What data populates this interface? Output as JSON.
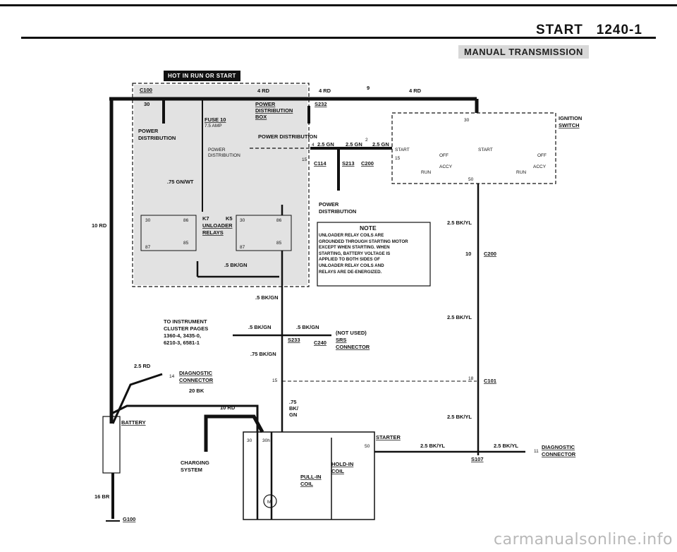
{
  "header": {
    "title": "START",
    "page_number": "1240-1",
    "subtitle": "MANUAL TRANSMISSION"
  },
  "badge": "HOT IN RUN OR START",
  "footer": "carmanualsonline.info",
  "labels": {
    "c100": "C100",
    "pin30": "30",
    "power_distribution": "POWER",
    "power_distribution2": "DISTRIBUTION",
    "fuse": "FUSE 10",
    "fuse_amp": "7.5 AMP",
    "wire_75gnwt": ".75 GN/WT",
    "power_dist_small": "POWER",
    "power_dist_small2": "DISTRIBUTION",
    "red_4rd_a": "4 RD",
    "red_4rd_b": "4 RD",
    "red_4rd_c": "4 RD",
    "pin9": "9",
    "box_power": "POWER",
    "box_distribution": "DISTRIBUTION",
    "box_box": "BOX",
    "s232": "S232",
    "pd_arrow": "POWER DISTRIBUTION",
    "gn25a": "2.5 GN",
    "gn25b": "2.5 GN",
    "gn25c": "2.5 GN",
    "pin4": "4",
    "pin2": "2",
    "pin15": "15",
    "c114": "C114",
    "s213": "S213",
    "c200": "C200",
    "pd_lower": "POWER",
    "pd_lower2": "DISTRIBUTION",
    "ignition": "IGNITION",
    "switch": "SWITCH",
    "start": "START",
    "off": "OFF",
    "run": "RUN",
    "accy": "ACCY",
    "start2": "START",
    "off2": "OFF",
    "run2": "RUN",
    "accy2": "ACCY",
    "pin30b": "30",
    "pin15b": "15",
    "pin50": "50",
    "k7": "K7",
    "k5": "K5",
    "unloader": "UNLOADER",
    "relays": "RELAYS",
    "r30": "30",
    "r86": "86",
    "r87": "87",
    "r85": "85",
    "r30b": "30",
    "r86b": "86",
    "r87b": "87",
    "r85b": "85",
    "bk5": ".5 BK/GN",
    "bk5b": ".5 BK/GN",
    "bk5c": ".5 BK/GN",
    "bk5d": ".5 BK/GN",
    "bk75": ".75 BK/GN",
    "rd10": "10 RD",
    "note_title": "NOTE",
    "note_body": "UNLOADER RELAY COILS ARE\nGROUNDED THROUGH STARTING MOTOR\nEXCEPT WHEN STARTING. WHEN\nSTARTING, BATTERY VOLTAGE IS\nAPPLIED TO BOTH SIDES OF\nUNLOADER RELAY COILS AND\nRELAYS ARE DE-ENERGIZED.",
    "bkyl1": "2.5 BK/YL",
    "bkyl2": "2.5 BK/YL",
    "bkyl3": "2.5 BK/YL",
    "bkyl4": "2.5 BK/YL",
    "bkyl5": "2.5 BK/YL",
    "pin10": "10",
    "c200b": "C200",
    "to_instr": "TO INSTRUMENT",
    "cluster": "CLUSTER PAGES",
    "pages1": "1360-4, 3435-0,",
    "pages2": "6210-3, 6581-1",
    "s233": "S233",
    "c240": "C240",
    "not_used": "(NOT USED)",
    "srs": "SRS",
    "connector": "CONNECTOR",
    "rd25": "2.5 RD",
    "pin14": "14",
    "diag": "DIAGNOSTIC",
    "diag_conn": "CONNECTOR",
    "bk20": "20 BK",
    "pin15c": "15",
    "pin18": "18",
    "c101": "C101",
    "bk75b": ".75",
    "bk75c": "BK/",
    "bk75d": "GN",
    "rd10b": "10 RD",
    "battery": "BATTERY",
    "charging": "CHARGING",
    "system": "SYSTEM",
    "starter": "STARTER",
    "s30": "30",
    "s30h": "30h",
    "s50": "50",
    "holdin": "HOLD-IN",
    "coil": "COIL",
    "pullin": "PULL-IN",
    "coil2": "COIL",
    "s107": "S107",
    "pin11": "11",
    "diag2": "DIAGNOSTIC",
    "diag2_conn": "CONNECTOR",
    "br16": "16 BR",
    "g100": "G100",
    "motor": "M"
  }
}
